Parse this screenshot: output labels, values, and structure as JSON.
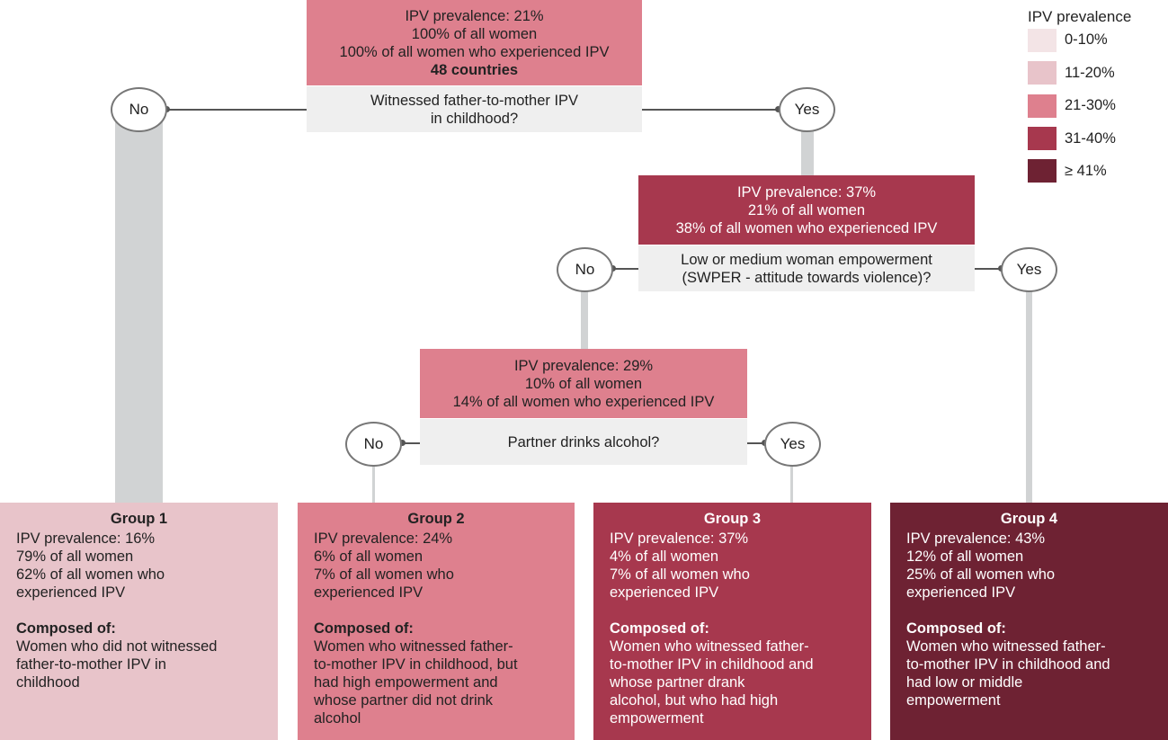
{
  "legend": {
    "title": "IPV prevalence",
    "items": [
      {
        "label": "0-10%",
        "color": "#f3e4e6"
      },
      {
        "label": "11-20%",
        "color": "#e8c4ca"
      },
      {
        "label": "21-30%",
        "color": "#de808e"
      },
      {
        "label": "31-40%",
        "color": "#a7384e"
      },
      {
        "label": "≥ 41%",
        "color": "#6e2233"
      }
    ]
  },
  "root": {
    "line1": "IPV prevalence: 21%",
    "line2": "100% of all women",
    "line3": "100% of all women who experienced IPV",
    "line4": "48 countries",
    "question_l1": "Witnessed father-to-mother IPV",
    "question_l2": "in childhood?",
    "no": "No",
    "yes": "Yes"
  },
  "node2": {
    "line1": "IPV prevalence: 37%",
    "line2": "21% of all women",
    "line3": "38% of all women who experienced IPV",
    "question_l1": "Low or medium woman empowerment",
    "question_l2": "(SWPER - attitude towards violence)?",
    "no": "No",
    "yes": "Yes"
  },
  "node3": {
    "line1": "IPV prevalence: 29%",
    "line2": "10% of all women",
    "line3": "14% of all  women who experienced IPV",
    "question": "Partner drinks alcohol?",
    "no": "No",
    "yes": "Yes"
  },
  "groups": [
    {
      "title": "Group 1",
      "l1": "IPV prevalence: 16%",
      "l2": "79% of all women",
      "l3": "62% of all women who",
      "l4": "experienced IPV",
      "composed": "Composed of:",
      "d1": "Women who did not witnessed",
      "d2": "father-to-mother IPV in",
      "d3": "childhood",
      "d4": "",
      "d5": ""
    },
    {
      "title": "Group 2",
      "l1": "IPV prevalence: 24%",
      "l2": "6% of all women",
      "l3": "7% of all women who",
      "l4": "experienced IPV",
      "composed": "Composed of:",
      "d1": "Women who witnessed father-",
      "d2": "to-mother IPV in childhood, but",
      "d3": "had high empowerment and",
      "d4": "whose partner did not drink",
      "d5": "alcohol"
    },
    {
      "title": "Group 3",
      "l1": "IPV prevalence: 37%",
      "l2": "4% of all women",
      "l3": "7% of all women who",
      "l4": "experienced IPV",
      "composed": "Composed of:",
      "d1": "Women who witnessed father-",
      "d2": "to-mother IPV in childhood and",
      "d3": "whose partner drank",
      "d4": "alcohol, but who had high",
      "d5": "empowerment"
    },
    {
      "title": "Group 4",
      "l1": "IPV prevalence: 43%",
      "l2": "12% of all women",
      "l3": "25% of all women who",
      "l4": "experienced IPV",
      "composed": "Composed of:",
      "d1": "Women who witnessed father-",
      "d2": "to-mother IPV in childhood and",
      "d3": "had low or middle",
      "d4": "empowerment",
      "d5": ""
    }
  ]
}
